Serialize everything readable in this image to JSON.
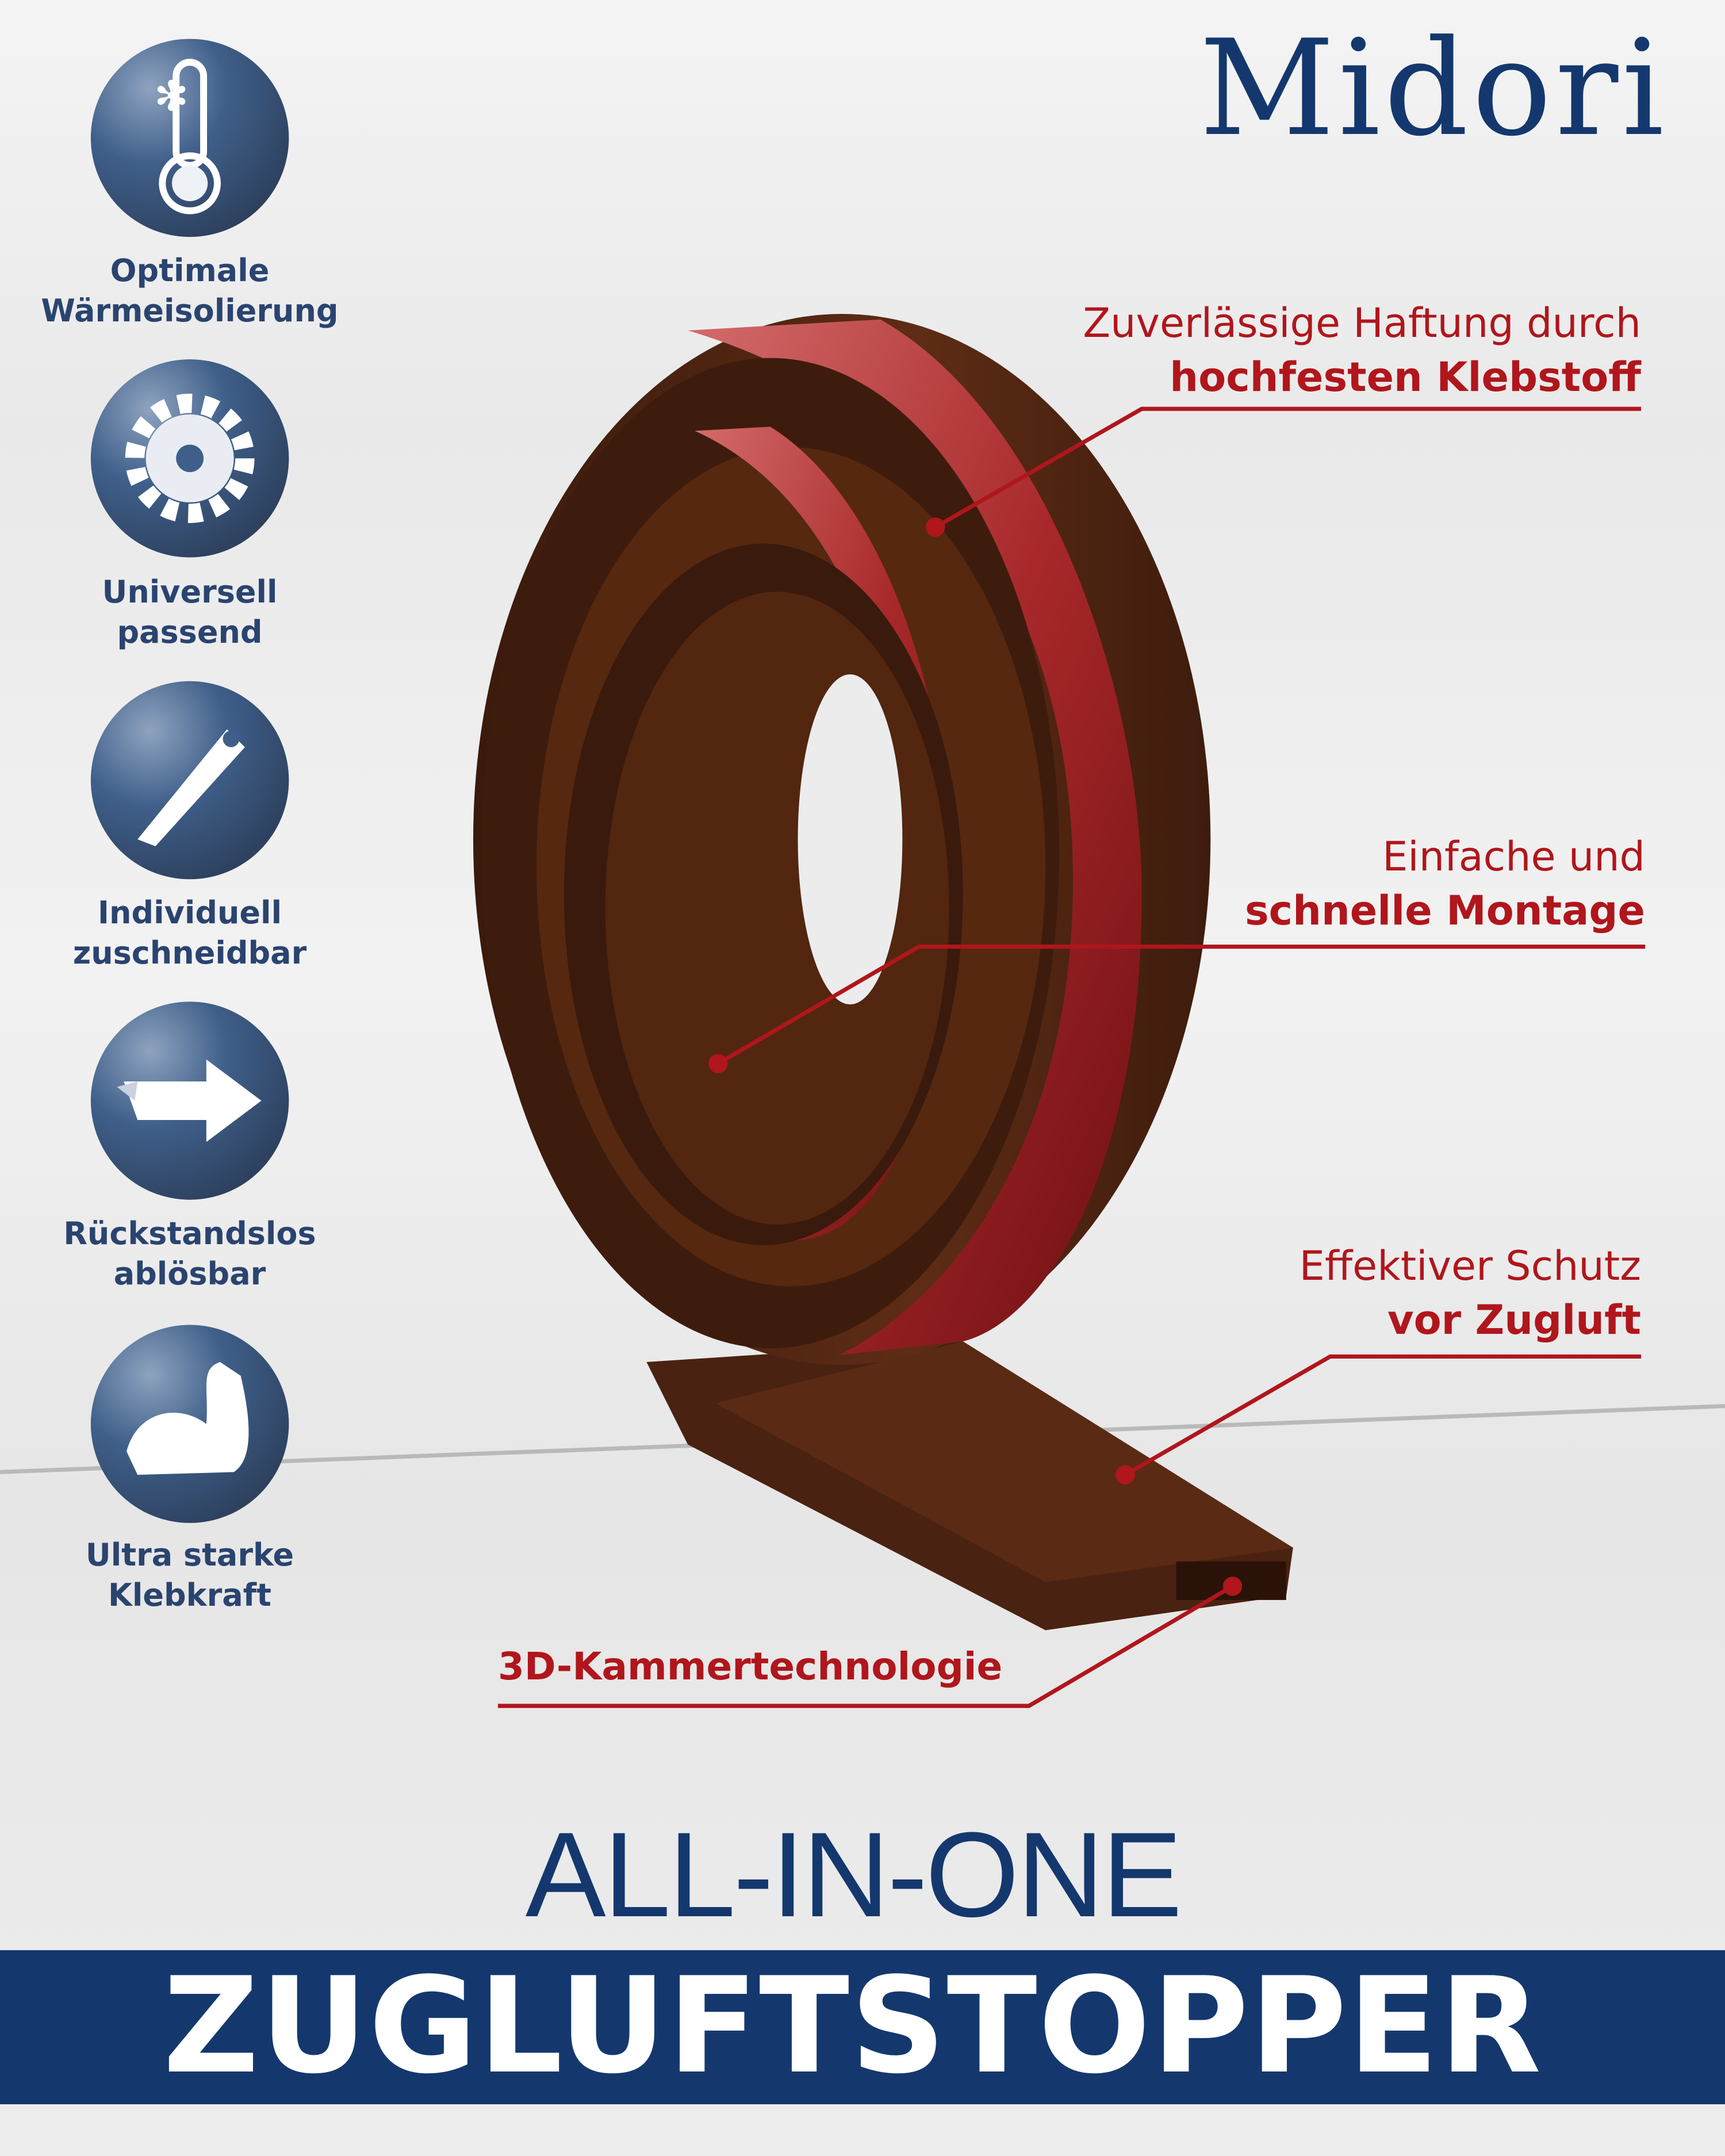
{
  "brand": {
    "logo": "Midori"
  },
  "features": [
    {
      "icon": "thermometer-snowflake-icon",
      "line1": "Optimale",
      "line2": "Wärmeisolierung"
    },
    {
      "icon": "gear-puzzle-icon",
      "line1": "Universell",
      "line2": "passend"
    },
    {
      "icon": "cutter-knife-icon",
      "line1": "Individuell",
      "line2": "zuschneidbar"
    },
    {
      "icon": "peel-arrow-icon",
      "line1": "Rückstandslos",
      "line2": "ablösbar"
    },
    {
      "icon": "strong-arm-icon",
      "line1": "Ultra starke",
      "line2": "Klebkraft"
    }
  ],
  "callouts": [
    {
      "line1": "Zuverlässige Haftung durch",
      "line2": "hochfesten Klebstoff"
    },
    {
      "line1": "Einfache und",
      "line2": "schnelle Montage"
    },
    {
      "line1": "Effektiver Schutz",
      "line2": "vor Zugluft"
    },
    {
      "line2": "3D-Kammertechnologie"
    }
  ],
  "headline": {
    "top": "ALL-IN-ONE",
    "banner": "ZUGLUFTSTOPPER"
  },
  "colors": {
    "navy": "#14386e",
    "red": "#b0161c",
    "brown": "#5a2a14"
  }
}
